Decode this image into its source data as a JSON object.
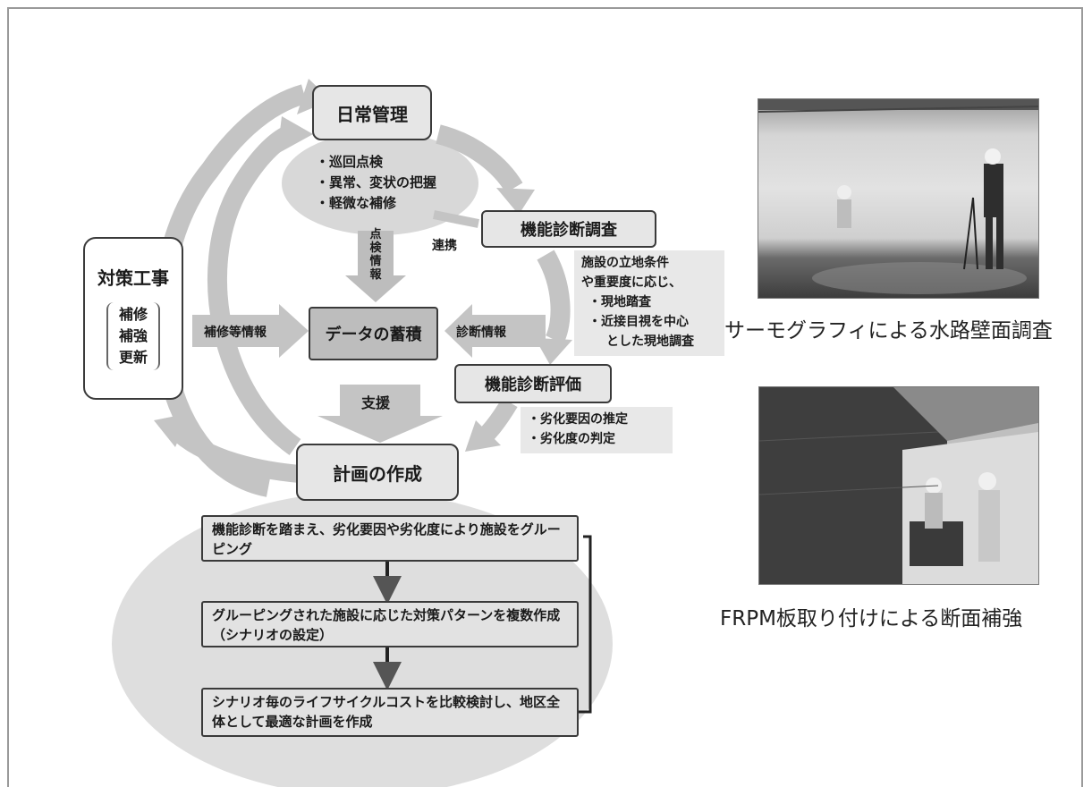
{
  "nodes": {
    "daily": "日常管理",
    "diag_survey": "機能診断調査",
    "data": "データの蓄積",
    "diag_eval": "機能診断評価",
    "plan": "計画の作成"
  },
  "countermeasure": {
    "title": "対策工事",
    "items": [
      "補修",
      "補強",
      "更新"
    ]
  },
  "daily_tasks": [
    "・巡回点検",
    "・異常、変状の把握",
    "・軽微な補修"
  ],
  "arrow_labels": {
    "inspection_info": "点検情報",
    "link": "連携",
    "repair_info": "補修等情報",
    "diag_info": "診断情報",
    "support": "支援"
  },
  "survey_notes": [
    "施設の立地条件",
    "や重要度に応じ、",
    "・現地踏査",
    "・近接目視を中心",
    "とした現地調査"
  ],
  "eval_notes": [
    "・劣化要因の推定",
    "・劣化度の判定"
  ],
  "plan_steps": [
    "機能診断を踏まえ、劣化要因や劣化度により施設をグルーピング",
    "グルーピングされた施設に応じた対策パターンを複数作成（シナリオの設定）",
    "シナリオ毎のライフサイクルコストを比較検討し、地区全体として最適な計画を作成"
  ],
  "photos": [
    {
      "caption": "サーモグラフィによる水路壁面調査"
    },
    {
      "caption": "FRPM板取り付けによる断面補強"
    }
  ]
}
